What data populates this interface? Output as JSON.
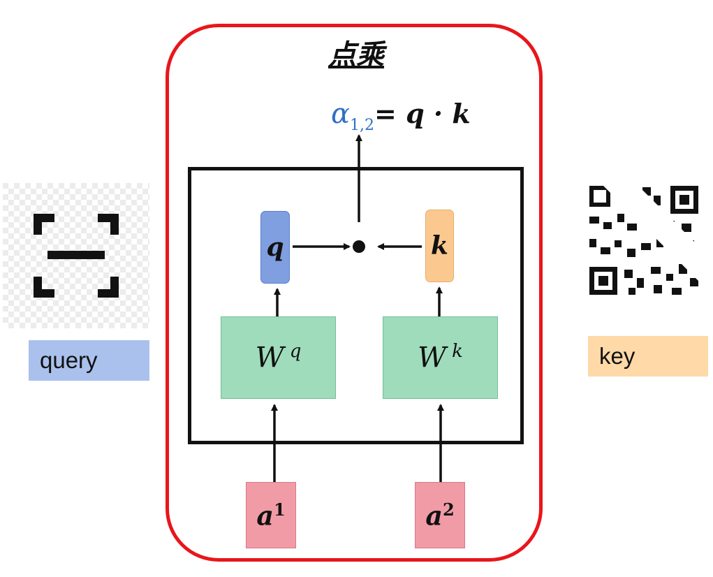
{
  "title": "点乘",
  "formula": {
    "alpha": "α",
    "alpha_sub": "1,2",
    "rhs": "= q · k"
  },
  "vectors": {
    "q": "q",
    "k": "k",
    "dot": "•"
  },
  "weights": {
    "wq_base": "W",
    "wq_sup": "q",
    "wk_base": "W",
    "wk_sup": "k"
  },
  "inputs": {
    "a1_base": "a",
    "a1_sup": "1",
    "a2_base": "a",
    "a2_sup": "2"
  },
  "labels": {
    "query": "query",
    "key": "key"
  },
  "icons": {
    "left": "scan-frame-icon",
    "right": "qr-code-icon"
  },
  "colors": {
    "outer_border": "#e8161b",
    "query_fill": "#a9c1ec",
    "key_fill": "#ffd9a8",
    "q_box": "#7f9fe0",
    "k_box": "#fbc98f",
    "w_box": "#9fdcbb",
    "a_box": "#f19ba6",
    "alpha": "#2f6fc8"
  }
}
